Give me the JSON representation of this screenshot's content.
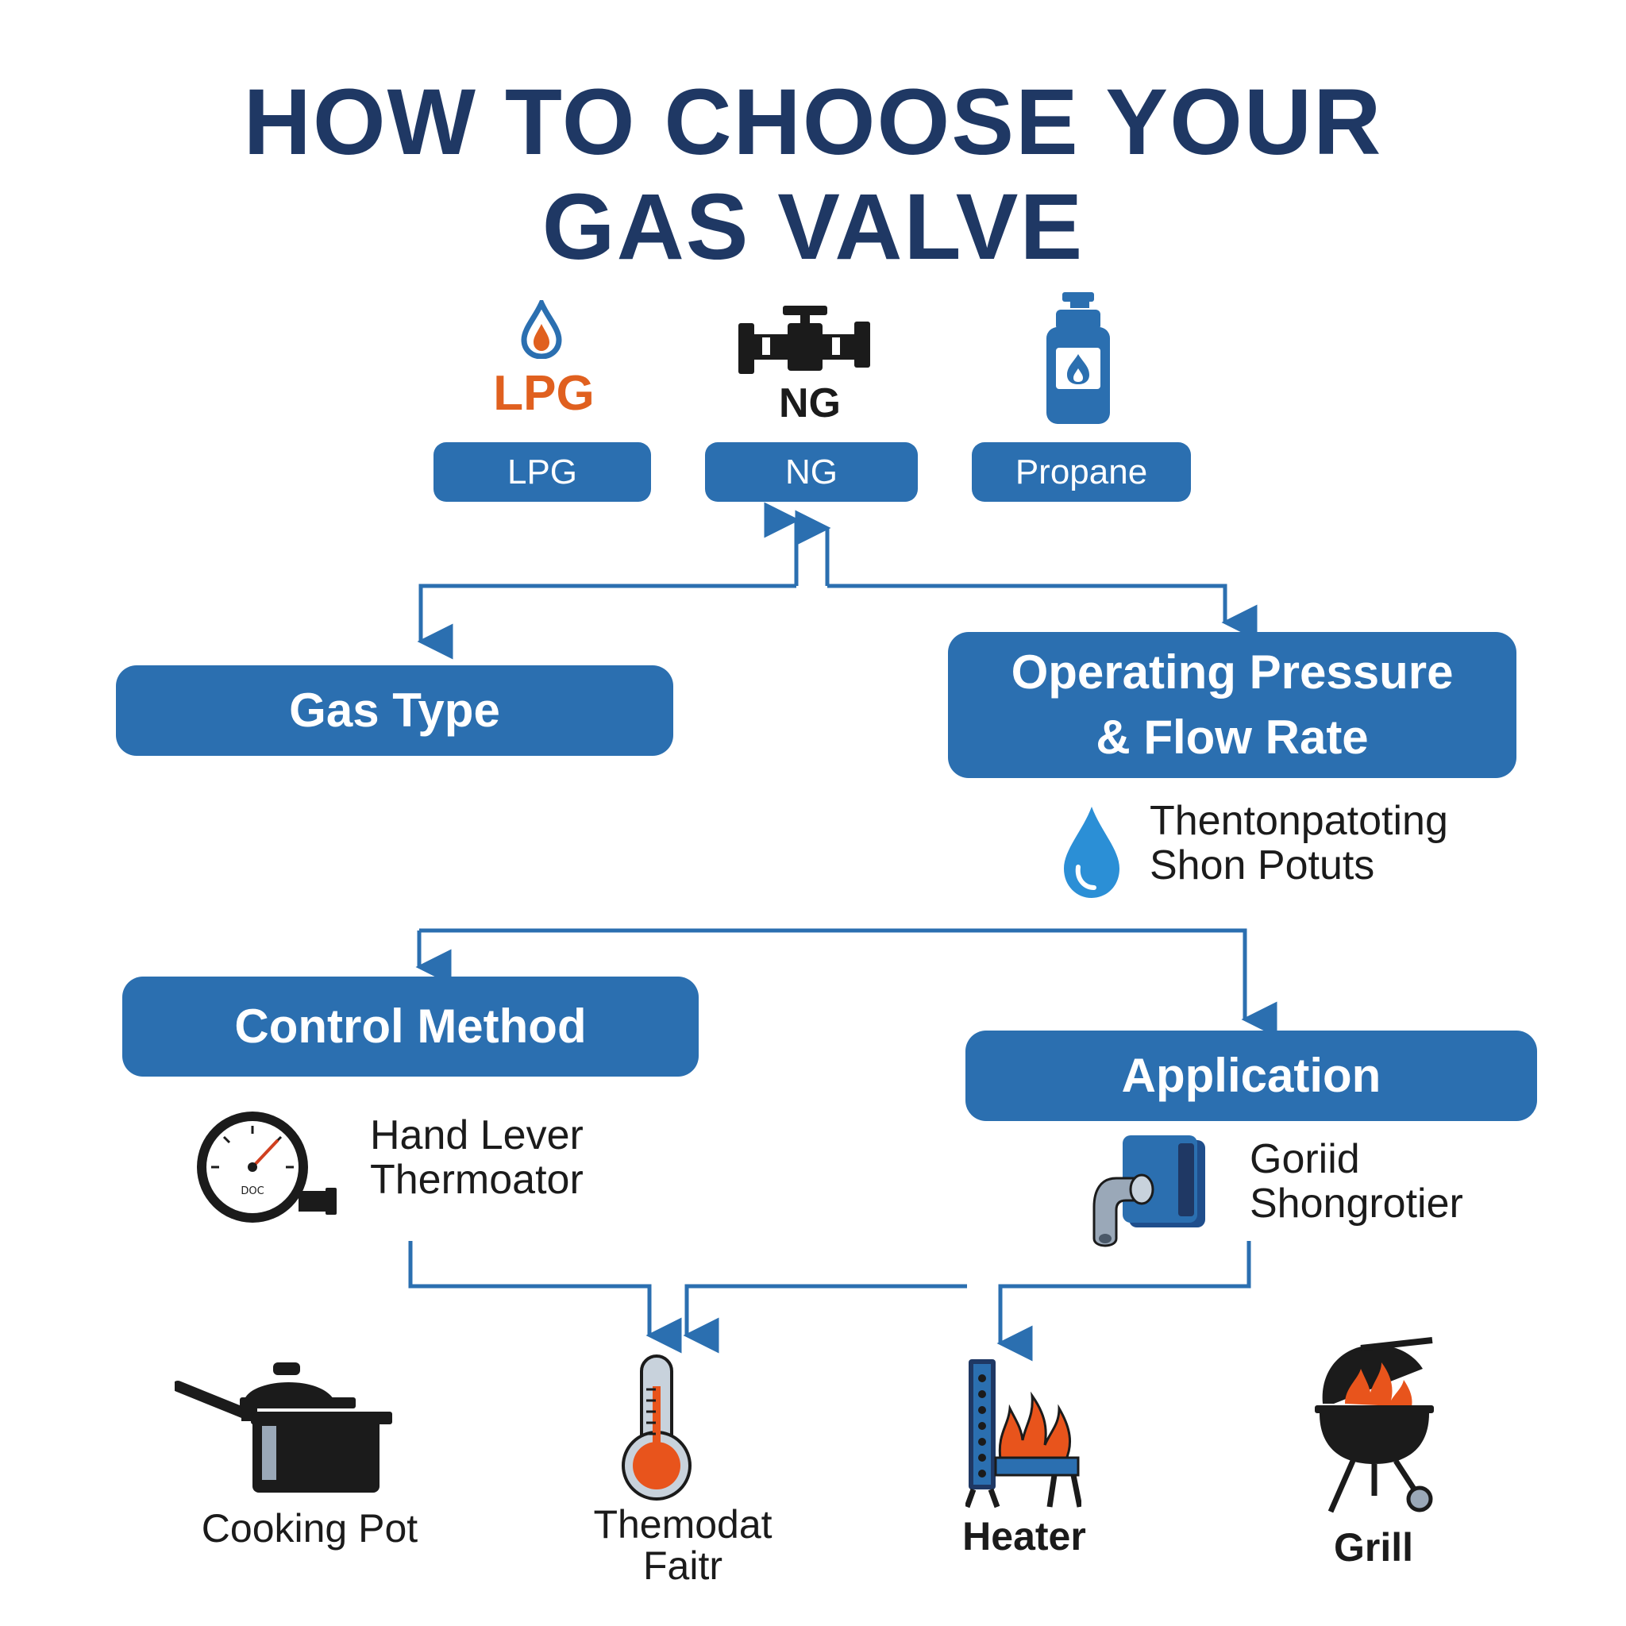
{
  "title": {
    "line1": "HOW TO CHOOSE YOUR",
    "line2": "GAS VALVE"
  },
  "gas_options": {
    "lpg_icon_label": "LPG",
    "ng_icon_label": "NG",
    "lpg_button": "LPG",
    "ng_button": "NG",
    "propane_button": "Propane"
  },
  "factors": {
    "gas_type": "Gas Type",
    "pressure_line1": "Operating Pressure",
    "pressure_line2": "& Flow Rate",
    "control_method": "Control Method",
    "application": "Application"
  },
  "notes": {
    "pressure_line1": "Thentonpatoting",
    "pressure_line2": "Shon Potuts",
    "control_line1": "Hand Lever",
    "control_line2": "Thermoator",
    "application_line1": "Goriid",
    "application_line2": "Shongrotier"
  },
  "applications": {
    "cooking_pot": "Cooking Pot",
    "thermostat_line1": "Themodat",
    "thermostat_line2": "Faitr",
    "heater": "Heater",
    "grill": "Grill"
  },
  "colors": {
    "title": "#1f3864",
    "accent": "#2b6fb0",
    "lpg_orange": "#e0601f",
    "flame": "#e8541c",
    "icon_dark": "#1b1b1b"
  },
  "icons": [
    "flame-drop-icon",
    "pipe-valve-icon",
    "propane-bottle-icon",
    "water-drop-icon",
    "pressure-gauge-icon",
    "valve-faucet-icon",
    "cooking-pot-icon",
    "thermometer-icon",
    "heater-icon",
    "grill-icon"
  ]
}
